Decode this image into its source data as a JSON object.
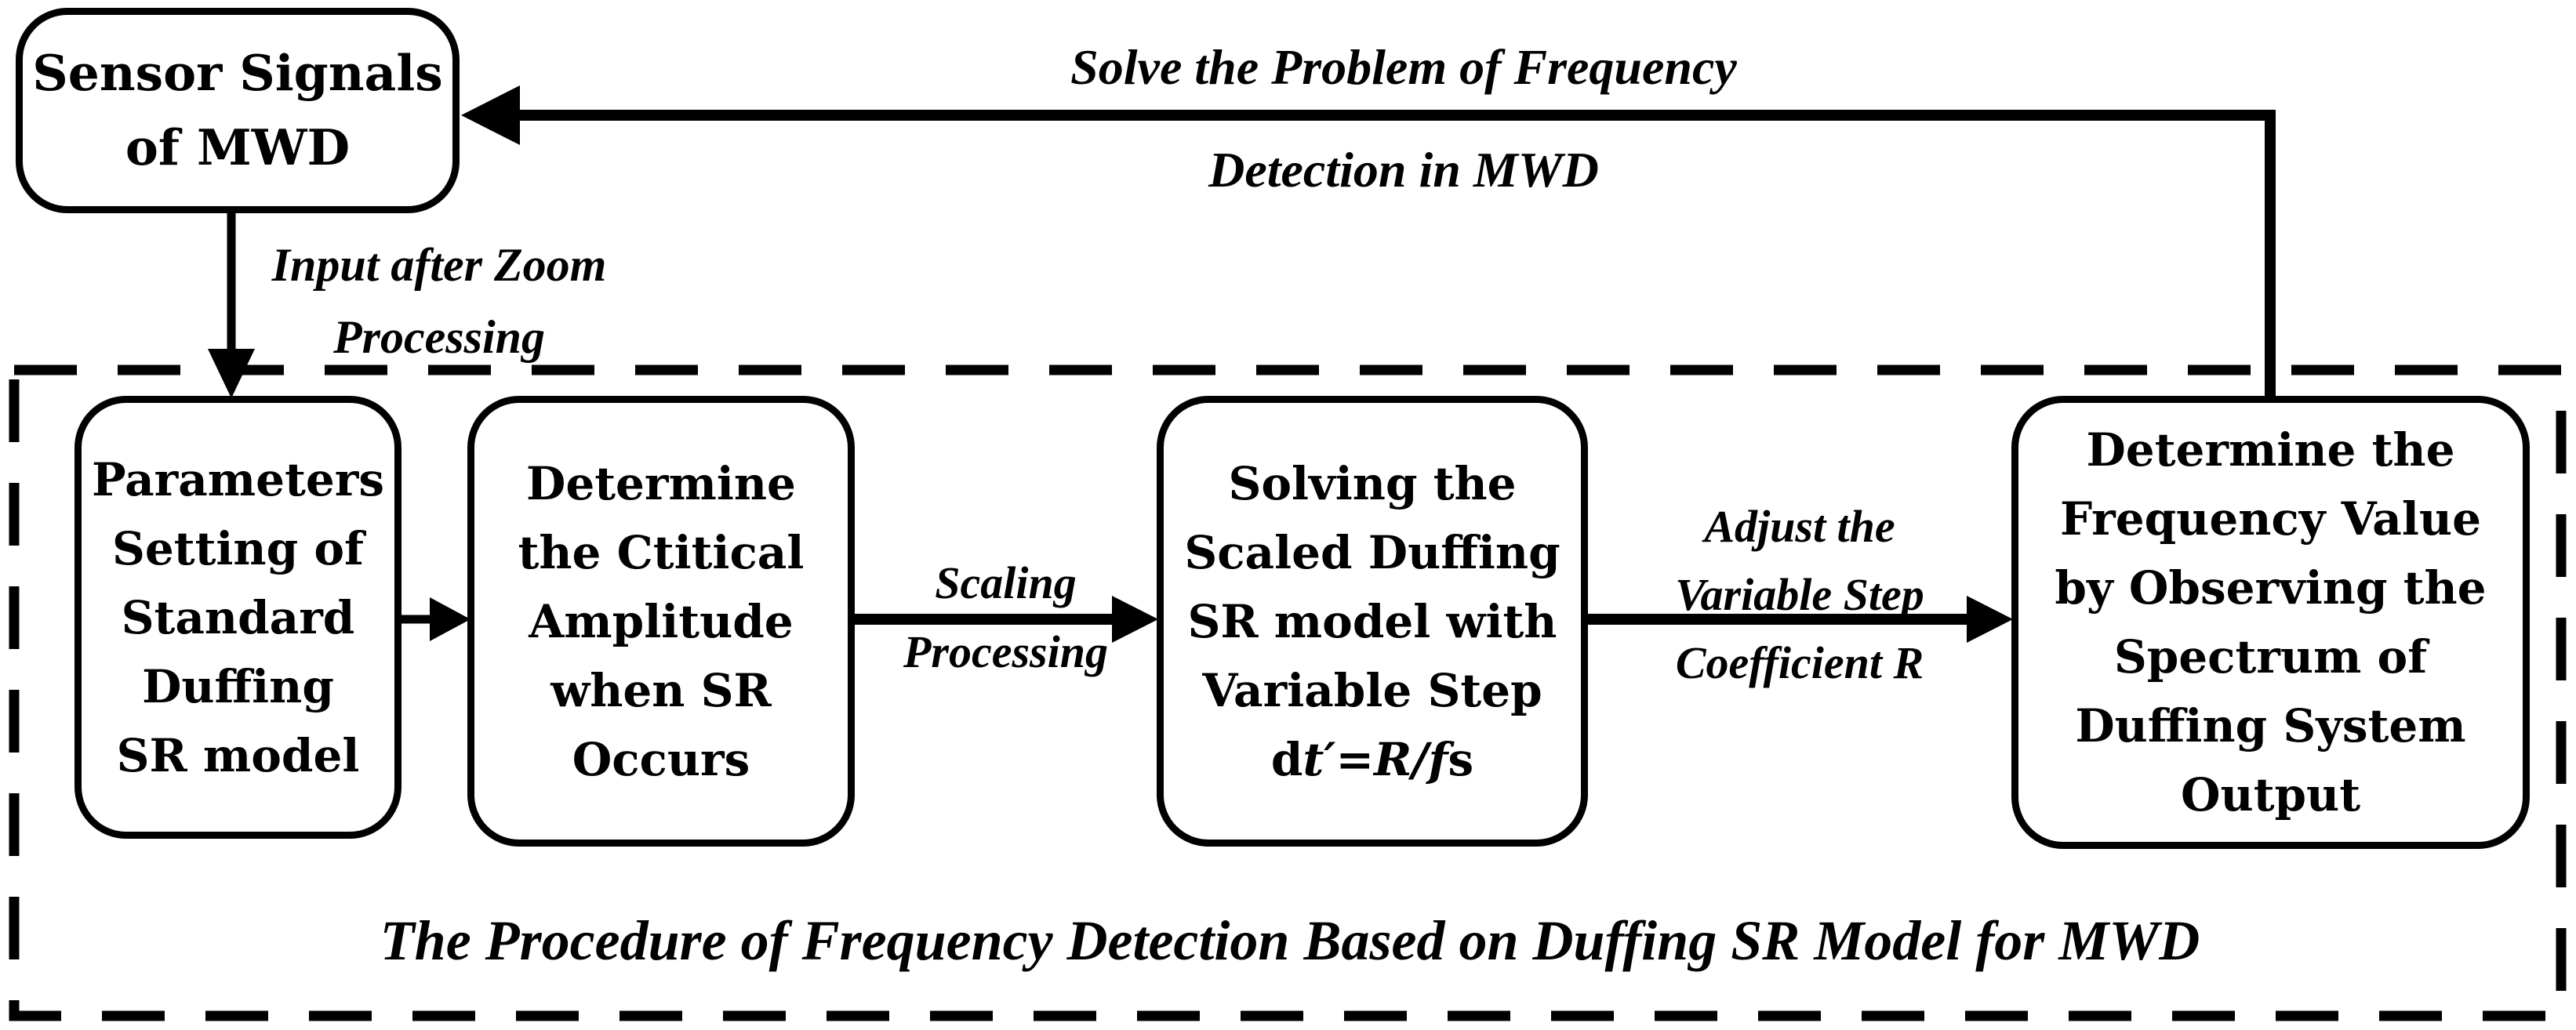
{
  "colors": {
    "ink": "#000000",
    "background": "#ffffff"
  },
  "sensor_box": {
    "lines": [
      "Sensor Signals",
      "of MWD"
    ]
  },
  "labels": {
    "feedback": {
      "lines": [
        "Solve the Problem of Frequency",
        "Detection in MWD"
      ]
    },
    "input": {
      "lines": [
        "Input after Zoom",
        "Processing"
      ]
    },
    "scaling": {
      "lines": [
        "Scaling",
        "Processing"
      ]
    },
    "adjust": {
      "lines": [
        "Adjust the",
        "Variable Step",
        "Coefficient R"
      ]
    },
    "caption": "The Procedure of Frequency Detection Based on Duffing SR Model for MWD"
  },
  "process_boxes": [
    {
      "id": "parameters-setting",
      "lines": [
        "Parameters",
        "Setting of",
        "Standard",
        "Duffing",
        "SR model"
      ]
    },
    {
      "id": "critical-amplitude",
      "lines": [
        "Determine",
        "the Ctitical",
        "Amplitude",
        "when SR",
        "Occurs"
      ]
    },
    {
      "id": "solving-scaled-model",
      "lines": [
        "Solving the",
        "Scaled Duffing",
        "SR model with",
        "Variable Step"
      ],
      "formula": {
        "pre": "d",
        "italic": "t′=R/f",
        "post": "s"
      }
    },
    {
      "id": "determine-frequency",
      "lines": [
        "Determine the",
        "Frequency Value",
        "by Observing the",
        "Spectrum of",
        "Duffing System",
        "Output"
      ]
    }
  ]
}
